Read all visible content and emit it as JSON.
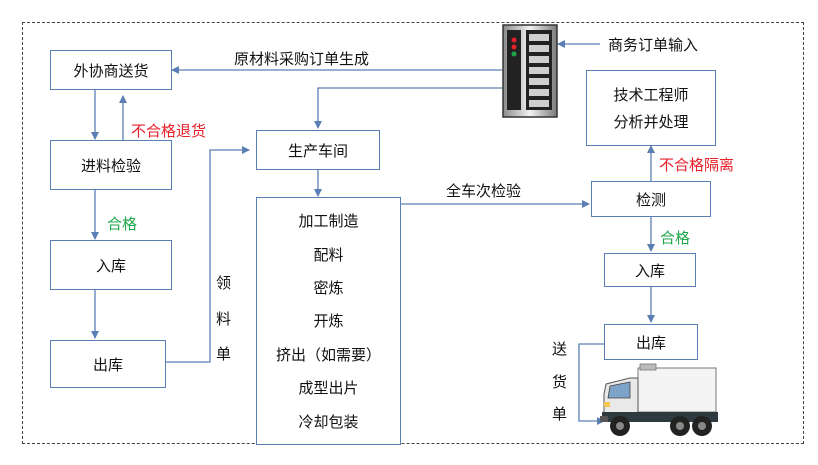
{
  "nodes": {
    "supplier": "外协商送货",
    "incoming_inspection": "进料检验",
    "store_in_1": "入库",
    "store_out_1": "出库",
    "workshop": "生产车间",
    "engineer_line1": "技术工程师",
    "engineer_line2": "分析并处理",
    "testing": "检测",
    "store_in_2": "入库",
    "store_out_2": "出库",
    "order_input": "商务订单输入"
  },
  "process_steps": [
    "加工制造",
    "配料",
    "密炼",
    "开炼",
    "挤出（如需要）",
    "成型出片",
    "冷却包装"
  ],
  "edge_labels": {
    "purchase_order": "原材料采购订单生成",
    "reject_return": "不合格退货",
    "pass_1": "合格",
    "pass_2": "合格",
    "reject_isolate": "不合格隔离",
    "full_batch_test": "全车次检验",
    "requisition": [
      "领",
      "料",
      "单"
    ],
    "delivery_note": [
      "送",
      "货",
      "单"
    ]
  },
  "icons": {
    "server": "server-icon",
    "truck": "truck-icon"
  },
  "colors": {
    "line": "#5b7fb5",
    "reject": "#e8202a",
    "pass": "#1fa64a"
  }
}
